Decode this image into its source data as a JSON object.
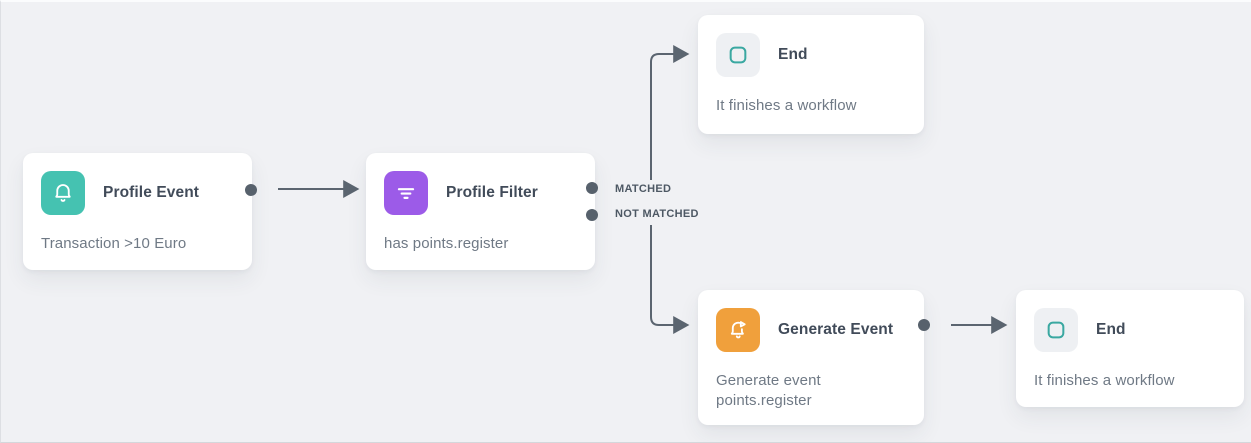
{
  "canvas": {
    "background_color": "#f0f1f4",
    "connector_color": "#5b6570"
  },
  "nodes": [
    {
      "id": "profile-event",
      "title": "Profile Event",
      "subtitle": "Transaction >10 Euro",
      "icon": "bell-icon",
      "icon_color": "#45c2b1"
    },
    {
      "id": "profile-filter",
      "title": "Profile Filter",
      "subtitle": "has points.register",
      "icon": "filter-icon",
      "icon_color": "#9c5be8"
    },
    {
      "id": "end-top",
      "title": "End",
      "subtitle": "It finishes a workflow",
      "icon": "end-square-icon",
      "icon_color": "#eef0f3",
      "icon_accent": "#3aa8a1"
    },
    {
      "id": "generate-event",
      "title": "Generate Event",
      "subtitle": "Generate event points.register",
      "icon": "generate-event-icon",
      "icon_color": "#f0a03c"
    },
    {
      "id": "end-bottom",
      "title": "End",
      "subtitle": "It finishes a workflow",
      "icon": "end-square-icon",
      "icon_color": "#eef0f3",
      "icon_accent": "#3aa8a1"
    }
  ],
  "labels": {
    "matched": "MATCHED",
    "not_matched": "NOT MATCHED"
  }
}
